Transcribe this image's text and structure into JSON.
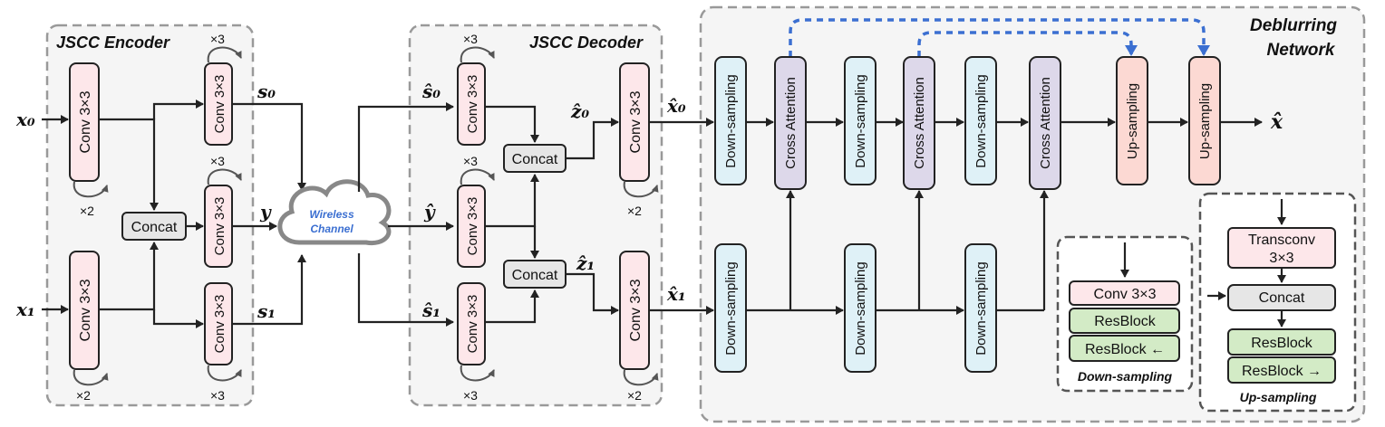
{
  "groups": {
    "encoder": "JSCC Encoder",
    "decoder": "JSCC Decoder",
    "deblur_1": "Deblurring",
    "deblur_2": "Network"
  },
  "blocks": {
    "conv": "Conv 3×3",
    "concat": "Concat",
    "down": "Down-sampling",
    "up": "Up-sampling",
    "cross": "Cross Attention"
  },
  "channel": {
    "line1": "Wireless",
    "line2": "Channel"
  },
  "multipliers": {
    "x2": "×2",
    "x3": "×3"
  },
  "symbols": {
    "x0": "𝒙₀",
    "x1": "𝒙₁",
    "s0": "𝒔₀",
    "s1": "𝒔₁",
    "y": "𝒚",
    "s0hat": "ŝ₀",
    "s1hat": "ŝ₁",
    "yhat": "ŷ",
    "z0hat": "ẑ₀",
    "z1hat": "ẑ₁",
    "x0hat": "x̂₀",
    "x1hat": "x̂₁",
    "xhat": "x̂"
  },
  "legend_down": {
    "conv": "Conv 3×3",
    "res1": "ResBlock",
    "res2": "ResBlock ←",
    "caption": "Down-sampling"
  },
  "legend_up": {
    "trans1": "Transconv",
    "trans2": "3×3",
    "concat": "Concat",
    "res1": "ResBlock",
    "res2": "ResBlock →",
    "caption": "Up-sampling"
  },
  "colors": {
    "conv_fill": "#fde7ea",
    "down_fill": "#dff1f7",
    "up_fill": "#fcd9d3",
    "cross_fill": "#ddd8ea",
    "concat_fill": "#e6e6e6",
    "res_fill": "#d3ebc6",
    "group_bg": "#f5f5f5",
    "skip_arrow": "#3b6fd1",
    "channel_text": "#3b6fd1"
  }
}
